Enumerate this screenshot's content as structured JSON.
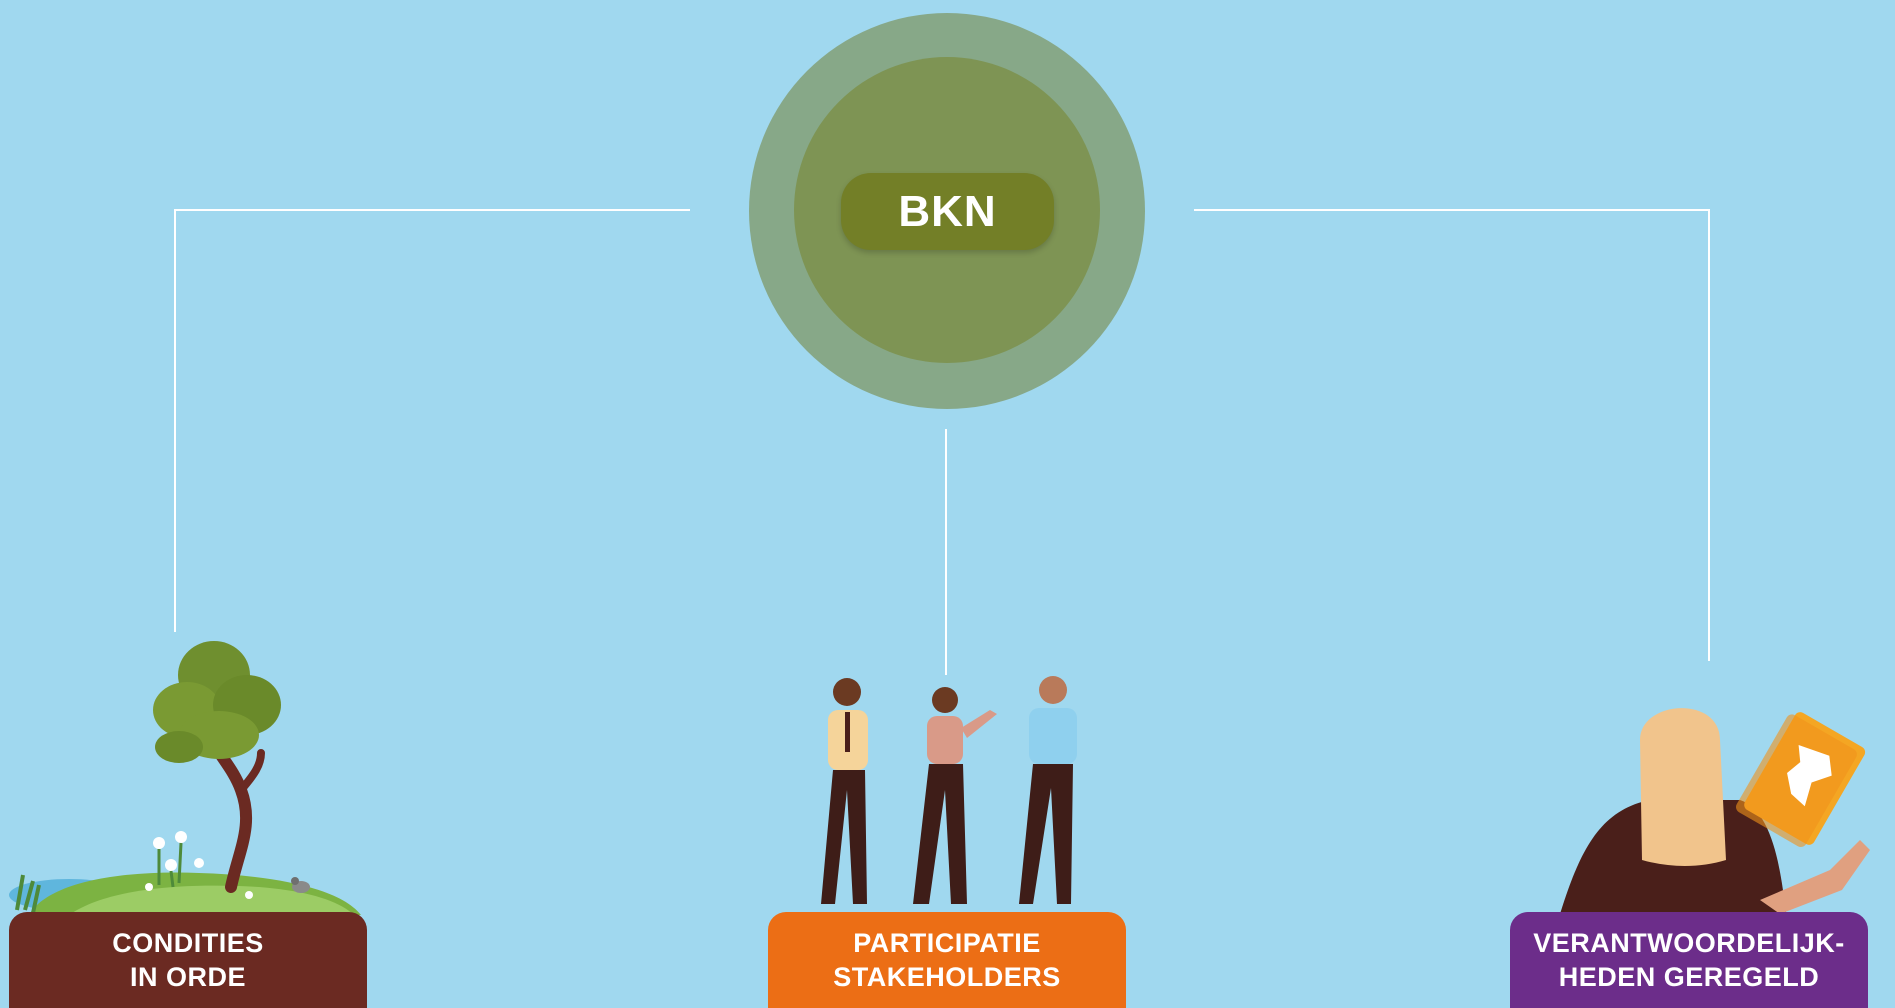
{
  "hub": {
    "label": "BKN"
  },
  "nodes": [
    {
      "line1": "CONDITIES",
      "line2": "IN ORDE",
      "color": "#6b2a22",
      "icon": "tree-landscape-icon"
    },
    {
      "line1": "PARTICIPATIE",
      "line2": "STAKEHOLDERS",
      "color": "#ec6e15",
      "icon": "people-group-icon"
    },
    {
      "line1": "VERANTWOORDELIJK-",
      "line2": "HEDEN GEREGELD",
      "color": "#6c2d8a",
      "icon": "woman-with-document-icon"
    }
  ],
  "colors": {
    "background": "#a0d8ef",
    "hub_outer": "#87a888",
    "hub_inner": "#7e9454",
    "hub_pill": "#737f27",
    "connector": "#ffffff"
  }
}
